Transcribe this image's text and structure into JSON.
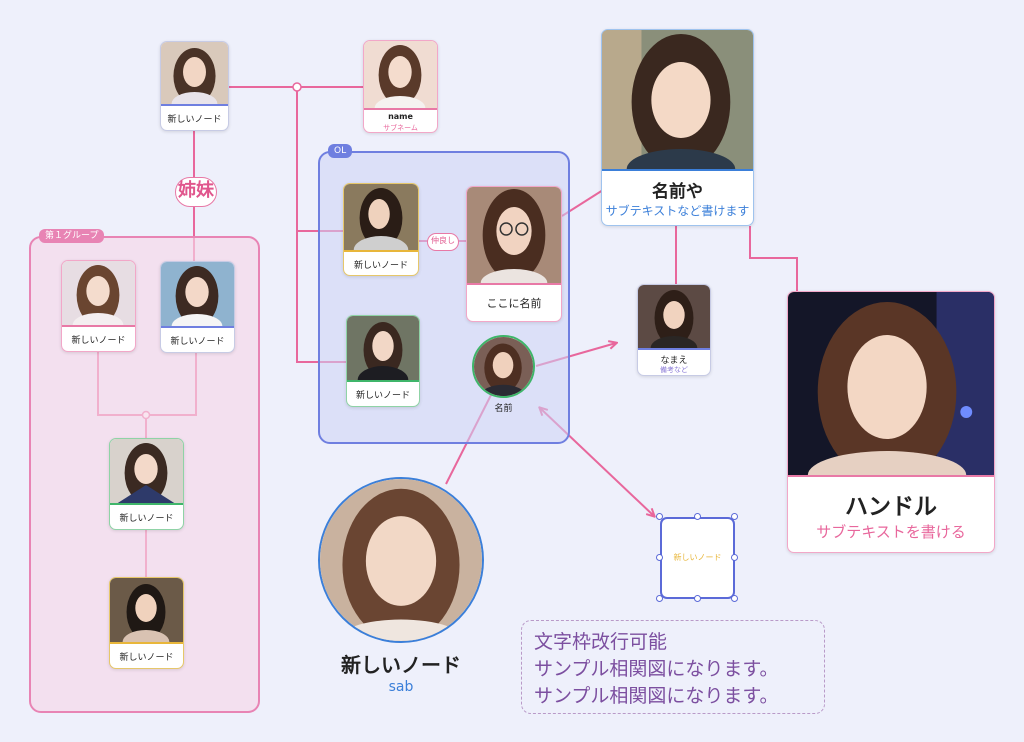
{
  "colors": {
    "background": "#eef0fb",
    "link": "#e8679c",
    "arrow": "#e8679c",
    "group_pink": "#e884b4",
    "group_blue": "#6f7fe0",
    "accent_blue": "#3b7fd9"
  },
  "groups": {
    "ol": {
      "tag": "OL"
    },
    "group1": {
      "tag": "第１グループ"
    }
  },
  "relations": {
    "sisters": "姉妹",
    "close_friends": "仲良し"
  },
  "nodes": {
    "top_left": {
      "label": "新しいノード",
      "photo": "portrait-photo"
    },
    "top_name": {
      "label": "name",
      "subtext": "サブネーム",
      "photo": "portrait-photo"
    },
    "big_top_right": {
      "label": "名前や",
      "subtext": "サブテキストなど書けます",
      "photo": "portrait-photo"
    },
    "ol_upper": {
      "label": "新しいノード",
      "photo": "portrait-photo"
    },
    "ol_glasses": {
      "label": "ここに名前",
      "photo": "portrait-photo"
    },
    "ol_lower": {
      "label": "新しいノード",
      "photo": "portrait-photo"
    },
    "ol_circle": {
      "label": "名前",
      "photo": "portrait-photo"
    },
    "g1_left": {
      "label": "新しいノード",
      "photo": "portrait-photo"
    },
    "g1_right": {
      "label": "新しいノード",
      "photo": "portrait-photo"
    },
    "g1_middle": {
      "label": "新しいノード",
      "photo": "portrait-photo"
    },
    "g1_bottom": {
      "label": "新しいノード",
      "photo": "portrait-photo"
    },
    "namae": {
      "label": "なまえ",
      "subtext": "備考など",
      "photo": "portrait-photo"
    },
    "handle_node": {
      "label": "ハンドル",
      "subtext": "サブテキストを書ける",
      "photo": "portrait-photo"
    },
    "big_circle": {
      "label": "新しいノード",
      "subtext": "sab",
      "photo": "portrait-photo"
    },
    "selected_empty": {
      "label": "新しいノード"
    }
  },
  "note": {
    "lines": [
      "文字枠改行可能",
      "サンプル相関図になります。",
      "サンプル相関図になります。"
    ]
  }
}
